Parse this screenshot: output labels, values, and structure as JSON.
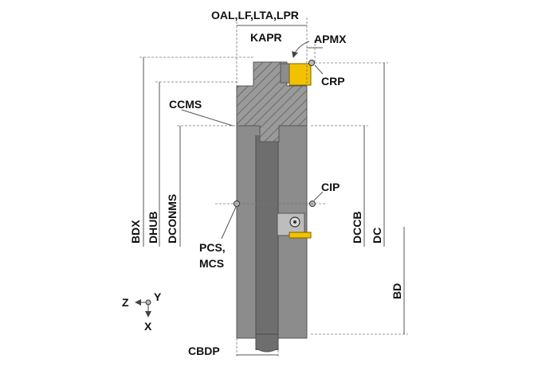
{
  "labels": {
    "oal_lf_lta_lpr": "OAL,LF,LTA,LPR",
    "kapr": "KAPR",
    "apmx": "APMX",
    "crp": "CRP",
    "ccms": "CCMS",
    "cip": "CIP",
    "bdx": "BDX",
    "dhub": "DHUB",
    "dconms": "DCONMS",
    "pcs": "PCS,",
    "mcs": "MCS",
    "dccb": "DCCB",
    "dc": "DC",
    "bd": "BD",
    "cbdp": "CBDP"
  },
  "axes": {
    "z": "Z",
    "y": "Y",
    "x": "X"
  },
  "colors": {
    "body": "#8c8c8c",
    "body_dark": "#6e6e6e",
    "hub_hatch": "#9a9a9a",
    "insert": "#f2c200",
    "dim_line": "#555555"
  }
}
